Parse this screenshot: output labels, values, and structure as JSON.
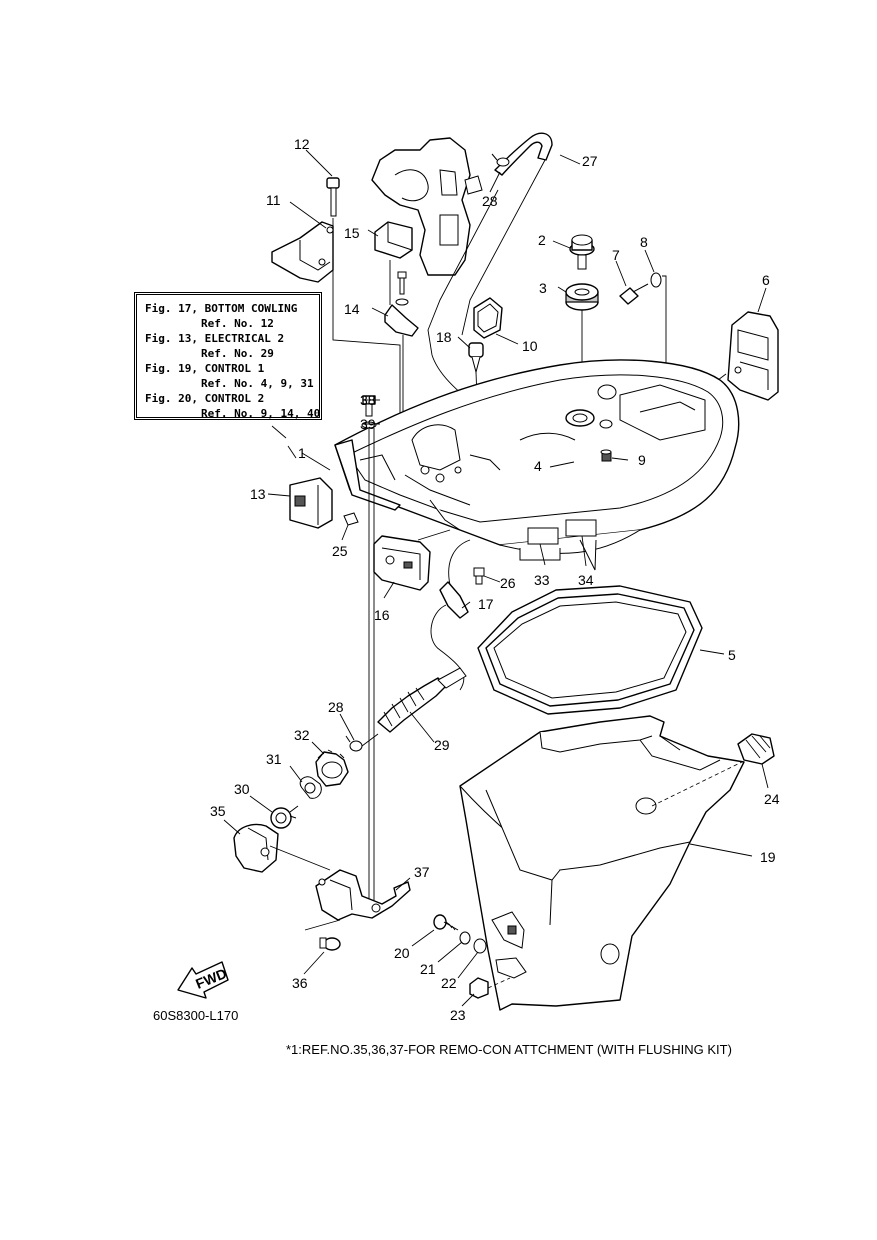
{
  "diagram": {
    "code": "60S8300-L170",
    "footnote": "*1:REF.NO.35,36,37-FOR REMO-CON ATTCHMENT (WITH FLUSHING KIT)",
    "fwd_label": "FWD",
    "references": [
      {
        "fig": "Fig. 17, BOTTOM COWLING",
        "ref": "Ref. No. 12"
      },
      {
        "fig": "Fig. 13, ELECTRICAL 2",
        "ref": "Ref. No. 29"
      },
      {
        "fig": "Fig. 19, CONTROL 1",
        "ref": "Ref. No. 4, 9, 31"
      },
      {
        "fig": "Fig. 20, CONTROL 2",
        "ref": "Ref. No. 9, 14, 40"
      }
    ],
    "callouts": [
      "1",
      "2",
      "3",
      "4",
      "5",
      "6",
      "7",
      "8",
      "9",
      "10",
      "11",
      "12",
      "13",
      "14",
      "15",
      "16",
      "17",
      "18",
      "19",
      "20",
      "21",
      "22",
      "23",
      "24",
      "25",
      "26",
      "27",
      "28",
      "28",
      "29",
      "30",
      "31",
      "32",
      "33",
      "34",
      "35",
      "36",
      "37",
      "38",
      "39"
    ]
  }
}
